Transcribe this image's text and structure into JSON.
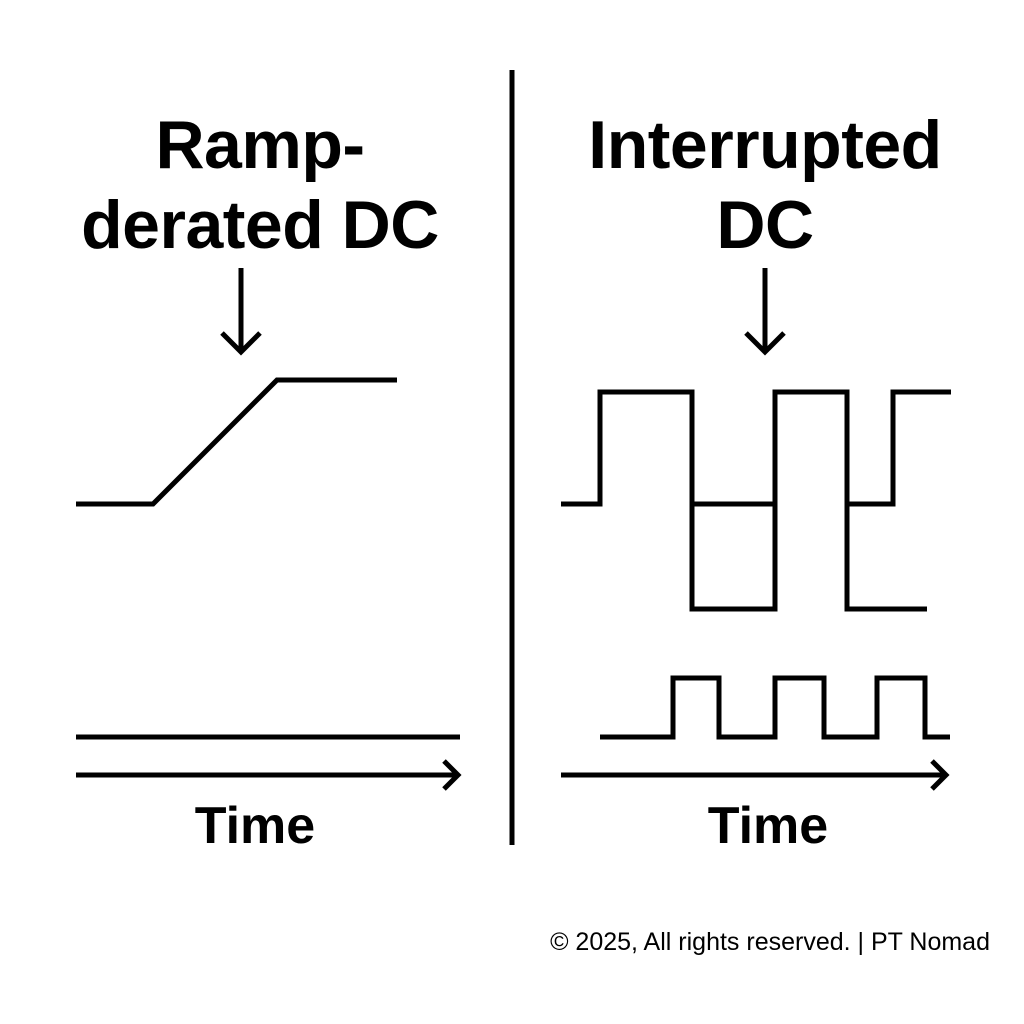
{
  "left_panel": {
    "title_line1": "Ramp-",
    "title_line2": "derated DC",
    "axis_label": "Time"
  },
  "right_panel": {
    "title_line1": "Interrupted",
    "title_line2": "DC",
    "axis_label": "Time"
  },
  "footer": {
    "copyright": "© 2025, All rights reserved. | PT Nomad"
  },
  "colors": {
    "ink": "#000000",
    "background": "#ffffff"
  },
  "icons": [
    "down-arrow-icon",
    "right-arrow-icon"
  ]
}
